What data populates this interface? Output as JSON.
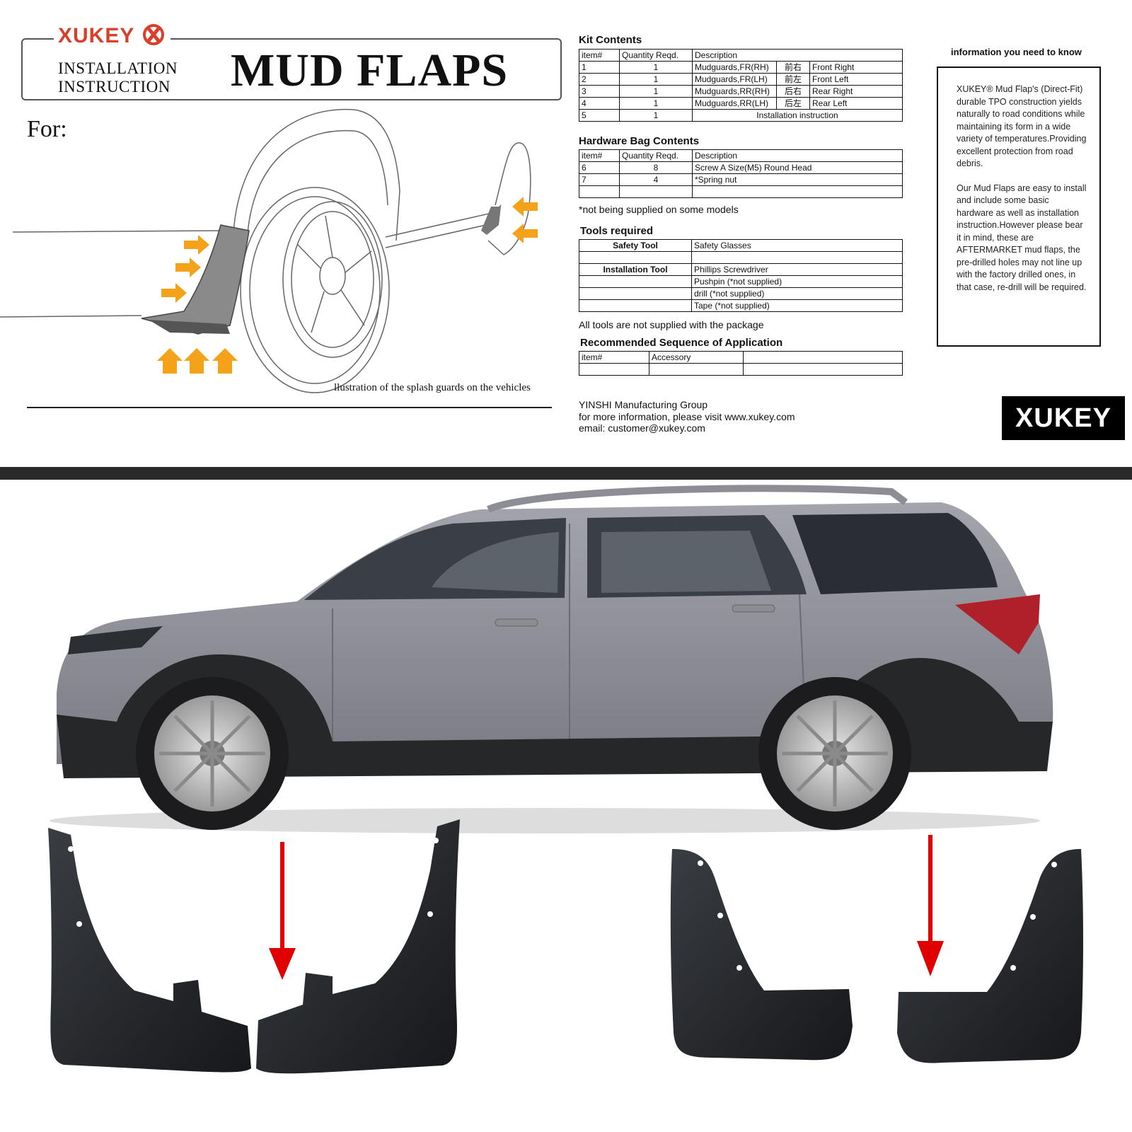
{
  "header": {
    "logo_text": "XUKEY",
    "instruction_line1": "INSTALLATION",
    "instruction_line2": "INSTRUCTION",
    "title": "MUD FLAPS",
    "for_label": "For:",
    "illustration_caption": "llustration of the splash guards on the vehicles"
  },
  "kit_contents": {
    "title": "Kit Contents",
    "headers": [
      "item#",
      "Quantity Reqd.",
      "Description"
    ],
    "rows": [
      [
        "1",
        "1",
        "Mudguards,FR(RH)",
        "前右",
        "Front Right"
      ],
      [
        "2",
        "1",
        "Mudguards,FR(LH)",
        "前左",
        "Front Left"
      ],
      [
        "3",
        "1",
        "Mudguards,RR(RH)",
        "后右",
        "Rear Right"
      ],
      [
        "4",
        "1",
        "Mudguards,RR(LH)",
        "后左",
        "Rear Left"
      ],
      [
        "5",
        "1",
        "Installation instruction"
      ]
    ]
  },
  "hardware_bag": {
    "title": "Hardware Bag Contents",
    "headers": [
      "item#",
      "Quantity Reqd.",
      "Description"
    ],
    "rows": [
      [
        "6",
        "8",
        "Screw A Size(M5) Round Head"
      ],
      [
        "7",
        "4",
        "*Spring nut"
      ]
    ],
    "note": "*not being supplied on some models"
  },
  "tools": {
    "title": "Tools required",
    "safety_label": "Safety Tool",
    "safety_items": [
      "Safety Glasses"
    ],
    "install_label": "Installation Tool",
    "install_items": [
      "Phillips Screwdriver",
      "Pushpin (*not supplied)",
      "drill (*not supplied)",
      "Tape (*not supplied)"
    ],
    "note": "All tools are not supplied with the package"
  },
  "sequence": {
    "title": "Recommended Sequence of Application",
    "headers": [
      "item#",
      "Accessory"
    ]
  },
  "footer": {
    "company": "YINSHI Manufacturing Group",
    "website_line": "for more information, please visit www.xukey.com",
    "email_line": "email: customer@xukey.com"
  },
  "info": {
    "title": "information you need to know",
    "paragraph1": "XUKEY® Mud Flap's (Direct-Fit) durable TPO construction yields naturally to road conditions while maintaining its form in a wide variety of temperatures.Providing excellent protection from road debris.",
    "paragraph2": "Our Mud Flaps are easy to install and include some basic hardware as well as installation instruction.However please bear it in mind, these are AFTERMARKET mud flaps, the pre-drilled holes may not line up with the factory drilled ones, in that case, re-drill will be required."
  },
  "logo_bottom": "XUKEY",
  "colors": {
    "brand_red": "#d9402a",
    "arrow_orange": "#f5a21b",
    "arrow_red": "#e00000",
    "car_body": "#8f8f98",
    "divider": "#2a2a2a"
  },
  "icons": [
    "arrow-right-icon",
    "arrow-up-icon",
    "arrow-left-icon",
    "arrow-down-icon",
    "x-mark-icon"
  ]
}
